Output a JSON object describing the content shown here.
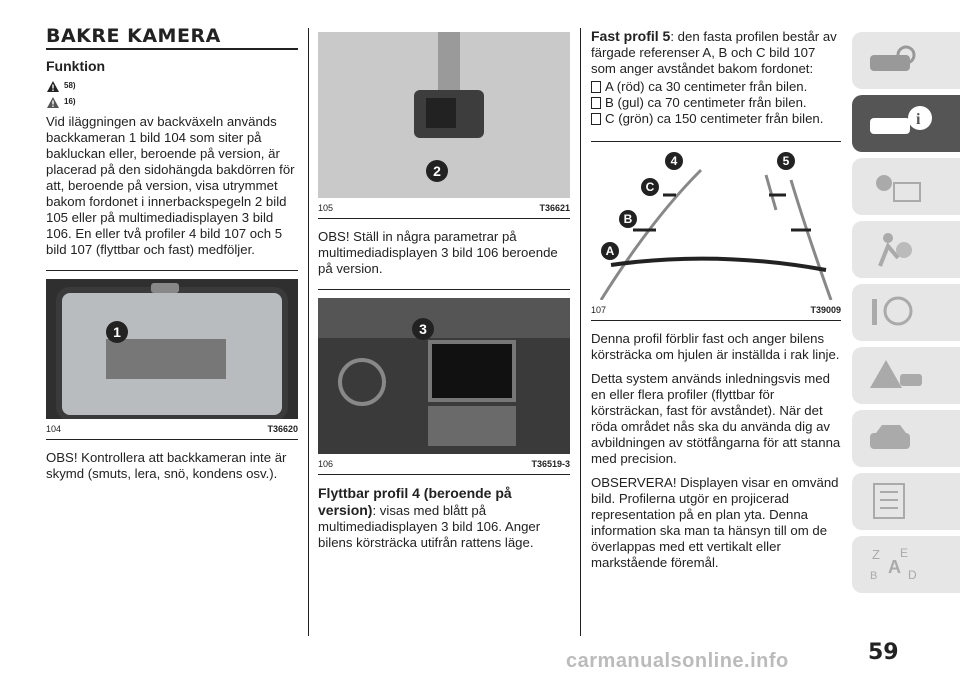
{
  "col1": {
    "title": "BAKRE KAMERA",
    "subtitle": "Funktion",
    "refs": [
      "58)",
      "16)"
    ],
    "para1": "Vid iläggningen av backväxeln används backkameran 1 bild 104 som siter på bakluckan eller, beroende på version, är placerad på den sidohängda bakdörren för att, beroende på version, visa utrymmet bakom fordonet i innerbackspegeln 2 bild 105 eller på multimediadisplayen 3 bild 106. En eller två profiler 4 bild 107 och 5 bild 107 (flyttbar och fast) medföljer.",
    "fig104": {
      "number": "104",
      "code": "T36620",
      "callout": "1"
    },
    "para2": "OBS! Kontrollera att backkameran inte är skymd (smuts, lera, snö, kondens osv.)."
  },
  "col2": {
    "fig105": {
      "number": "105",
      "code": "T36621",
      "callout": "2"
    },
    "para1": "OBS! Ställ in några parametrar på multimediadisplayen 3 bild 106 beroende på version.",
    "fig106": {
      "number": "106",
      "code": "T36519-3",
      "callout": "3"
    },
    "heading": "Flyttbar profil 4 (beroende på version)",
    "para2": ": visas med blått på multimediadisplayen 3 bild 106. Anger bilens körsträcka utifrån rattens läge."
  },
  "col3": {
    "heading": "Fast profil 5",
    "intro": ": den fasta profilen består av färgade referenser A, B och C bild 107 som anger avståndet bakom fordonet:",
    "bullets": [
      "A (röd) ca 30 centimeter från bilen.",
      "B (gul) ca 70 centimeter från bilen.",
      "C (grön) ca 150 centimeter från bilen."
    ],
    "fig107": {
      "number": "107",
      "code": "T39009",
      "labels": [
        "4",
        "5",
        "C",
        "B",
        "A"
      ]
    },
    "para1": "Denna profil förblir fast och anger bilens körsträcka om hjulen är inställda i rak linje.",
    "para2": "Detta system används inledningsvis med en eller flera profiler (flyttbar för körsträckan, fast för avståndet). När det röda området nås ska du använda dig av avbildningen av stötfångarna för att stanna med precision.",
    "para3": "OBSERVERA! Displayen visar en omvänd bild. Profilerna utgör en projicerad representation på en plan yta. Denna information ska man ta hänsyn till om de överlappas med ett vertikalt eller markstående föremål."
  },
  "sidebar": {
    "tabs": [
      "car-search-icon",
      "car-info-icon",
      "warning-light-icon",
      "airbag-person-icon",
      "steering-tools-icon",
      "car-breakdown-icon",
      "car-service-icon",
      "list-icon",
      "index-az-icon"
    ],
    "active_index": 1
  },
  "page_number": "59",
  "watermark": "carmanualsonline.info"
}
